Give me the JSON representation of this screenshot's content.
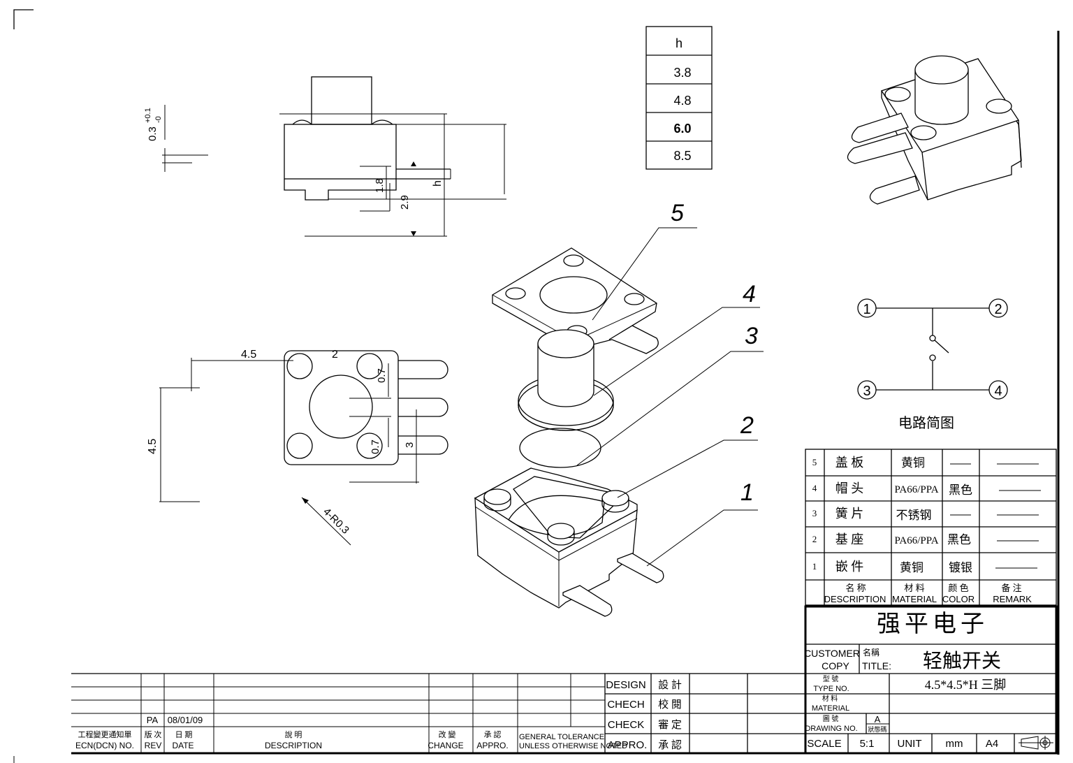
{
  "dimensions": {
    "tol_top": "0.3",
    "tol_sup": "+0.1",
    "tol_sub": "-0",
    "h": "h",
    "d_1_8": "1.8",
    "d_2_9": "2.9",
    "d_4_5_horizontal": "4.5",
    "d_2": "2",
    "d_0_7_upper": "0.7",
    "d_0_7_lower": "0.7",
    "d_3": "3",
    "d_4_5_vertical": "4.5",
    "radius_note": "4-R0.3"
  },
  "height_table": {
    "header": "h",
    "rows": [
      "3.8",
      "4.8",
      "6.0",
      "8.5"
    ]
  },
  "callouts": [
    "5",
    "4",
    "3",
    "2",
    "1"
  ],
  "circuit": {
    "pins": [
      "1",
      "2",
      "3",
      "4"
    ],
    "caption": "电路简图"
  },
  "bom": {
    "rows": [
      {
        "no": "5",
        "name": "盖 板",
        "material": "黄铜",
        "color": "——",
        "remark": "————"
      },
      {
        "no": "4",
        "name": "帽 头",
        "material": "PA66/PPA",
        "color": "黑色",
        "remark": "————"
      },
      {
        "no": "3",
        "name": "簧 片",
        "material": "不锈钢",
        "color": "——",
        "remark": "————"
      },
      {
        "no": "2",
        "name": "基 座",
        "material": "PA66/PPA",
        "color": "黑色",
        "remark": "————"
      },
      {
        "no": "1",
        "name": "嵌 件",
        "material": "黄铜",
        "color": "镀银",
        "remark": "————"
      }
    ],
    "header": {
      "name_cn": "名    称",
      "name_en": "DESCRIPTION",
      "material_cn": "材  料",
      "material_en": "MATERIAL",
      "color_cn": "颜 色",
      "color_en": "COLOR",
      "remark_cn": "备  注",
      "remark_en": "REMARK"
    }
  },
  "title_block": {
    "company": "强平电子",
    "customer": "CUSTOMER",
    "copy": "COPY",
    "title_cn": "名稱",
    "title_en": "TITLE:",
    "title_value": "轻触开关",
    "type_cn": "型 號",
    "type_en": "TYPE NO.",
    "type_value": "4.5*4.5*H 三脚",
    "material_cn": "材 料",
    "material_en": "MATERIAL",
    "drawing_cn": "圖 號",
    "drawing_en": "DRAWING NO.",
    "state_value": "A",
    "state_label": "狀態碼",
    "scale_label": "SCALE",
    "scale_value": "5:1",
    "unit_label": "UNIT",
    "unit_value": "mm",
    "paper": "A4"
  },
  "sign_block": [
    {
      "en": "DESIGN",
      "cn": "設 計"
    },
    {
      "en": "CHECH",
      "cn": "校 閱"
    },
    {
      "en": "CHECK",
      "cn": "審 定"
    },
    {
      "en": "APPRO.",
      "cn": "承 認"
    }
  ],
  "revision_block": {
    "rev": "PA",
    "date": "08/01/09",
    "ecn_cn": "工程變更通知單",
    "ecn_en": "ECN(DCN) NO.",
    "rev_cn": "版 次",
    "rev_en": "REV",
    "date_cn": "日 期",
    "date_en": "DATE",
    "desc_cn": "說 明",
    "desc_en": "DESCRIPTION",
    "change_cn": "改 變",
    "change_en": "CHANGE",
    "appro_cn": "承 認",
    "appro_en": "APPRO.",
    "tolerance_1": "GENERAL TOLERANCE",
    "tolerance_2": "UNLESS OTHERWISE NOTED"
  }
}
